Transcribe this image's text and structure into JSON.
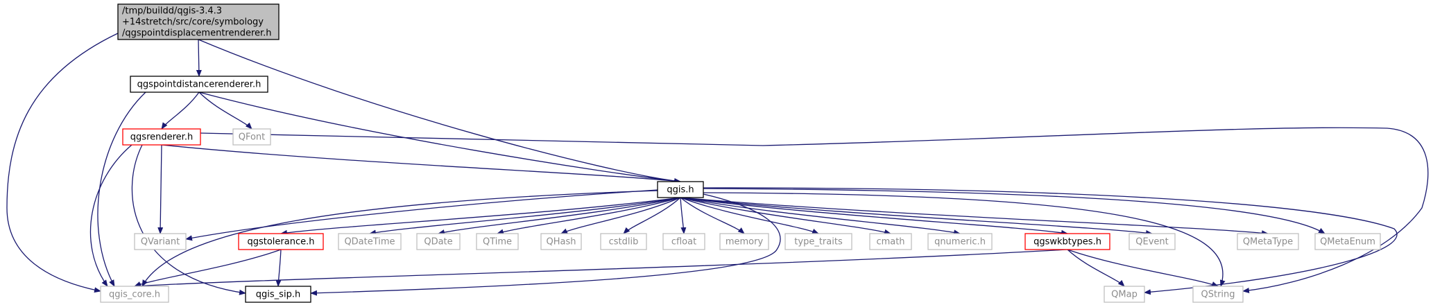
{
  "colors": {
    "edge": "#191970",
    "text": "#000000",
    "text_muted": "#8c8c8c",
    "border_normal": "#000000",
    "border_truncated": "#ff0000",
    "border_external": "#bfbfbf",
    "fill_root": "#bfbfbf",
    "fill_default": "#ffffff"
  },
  "nodes": [
    {
      "id": "root",
      "lines": [
        "/tmp/buildd/qgis-3.4.3",
        "+14stretch/src/core/symbology",
        "/qgspointdisplacementrenderer.h"
      ],
      "style": "root"
    },
    {
      "id": "qgspointdistancerenderer",
      "lines": [
        "qgspointdistancerenderer.h"
      ],
      "style": "normal"
    },
    {
      "id": "qgsrenderer",
      "lines": [
        "qgsrenderer.h"
      ],
      "style": "truncated"
    },
    {
      "id": "qfont",
      "lines": [
        "QFont"
      ],
      "style": "external"
    },
    {
      "id": "qgis",
      "lines": [
        "qgis.h"
      ],
      "style": "normal"
    },
    {
      "id": "qvariant",
      "lines": [
        "QVariant"
      ],
      "style": "external"
    },
    {
      "id": "qgstolerance",
      "lines": [
        "qgstolerance.h"
      ],
      "style": "truncated"
    },
    {
      "id": "qdatetime",
      "lines": [
        "QDateTime"
      ],
      "style": "external"
    },
    {
      "id": "qdate",
      "lines": [
        "QDate"
      ],
      "style": "external"
    },
    {
      "id": "qtime",
      "lines": [
        "QTime"
      ],
      "style": "external"
    },
    {
      "id": "qhash",
      "lines": [
        "QHash"
      ],
      "style": "external"
    },
    {
      "id": "cstdlib",
      "lines": [
        "cstdlib"
      ],
      "style": "external"
    },
    {
      "id": "cfloat",
      "lines": [
        "cfloat"
      ],
      "style": "external"
    },
    {
      "id": "memory",
      "lines": [
        "memory"
      ],
      "style": "external"
    },
    {
      "id": "type_traits",
      "lines": [
        "type_traits"
      ],
      "style": "external"
    },
    {
      "id": "cmath",
      "lines": [
        "cmath"
      ],
      "style": "external"
    },
    {
      "id": "qnumeric",
      "lines": [
        "qnumeric.h"
      ],
      "style": "external"
    },
    {
      "id": "qgswkbtypes",
      "lines": [
        "qgswkbtypes.h"
      ],
      "style": "truncated"
    },
    {
      "id": "qevent",
      "lines": [
        "QEvent"
      ],
      "style": "external"
    },
    {
      "id": "qmetatype",
      "lines": [
        "QMetaType"
      ],
      "style": "external"
    },
    {
      "id": "qmetaenum",
      "lines": [
        "QMetaEnum"
      ],
      "style": "external"
    },
    {
      "id": "qgis_core",
      "lines": [
        "qgis_core.h"
      ],
      "style": "external"
    },
    {
      "id": "qgis_sip",
      "lines": [
        "qgis_sip.h"
      ],
      "style": "normal"
    },
    {
      "id": "qmap",
      "lines": [
        "QMap"
      ],
      "style": "external"
    },
    {
      "id": "qstring",
      "lines": [
        "QString"
      ],
      "style": "external"
    }
  ],
  "edges": [
    {
      "from": "root",
      "to": "qgis_core"
    },
    {
      "from": "root",
      "to": "qgspointdistancerenderer"
    },
    {
      "from": "root",
      "to": "qgis"
    },
    {
      "from": "qgspointdistancerenderer",
      "to": "qgsrenderer"
    },
    {
      "from": "qgspointdistancerenderer",
      "to": "qfont"
    },
    {
      "from": "qgspointdistancerenderer",
      "to": "qgis"
    },
    {
      "from": "qgspointdistancerenderer",
      "to": "qgis_core"
    },
    {
      "from": "qgsrenderer",
      "to": "qgis"
    },
    {
      "from": "qgsrenderer",
      "to": "qvariant"
    },
    {
      "from": "qgsrenderer",
      "to": "qgis_core"
    },
    {
      "from": "qgsrenderer",
      "to": "qgis_sip"
    },
    {
      "from": "qgsrenderer",
      "to": "qstring"
    },
    {
      "from": "qgis",
      "to": "qvariant"
    },
    {
      "from": "qgis",
      "to": "qgstolerance"
    },
    {
      "from": "qgis",
      "to": "qdatetime"
    },
    {
      "from": "qgis",
      "to": "qdate"
    },
    {
      "from": "qgis",
      "to": "qtime"
    },
    {
      "from": "qgis",
      "to": "qhash"
    },
    {
      "from": "qgis",
      "to": "cstdlib"
    },
    {
      "from": "qgis",
      "to": "cfloat"
    },
    {
      "from": "qgis",
      "to": "memory"
    },
    {
      "from": "qgis",
      "to": "type_traits"
    },
    {
      "from": "qgis",
      "to": "cmath"
    },
    {
      "from": "qgis",
      "to": "qnumeric"
    },
    {
      "from": "qgis",
      "to": "qgswkbtypes"
    },
    {
      "from": "qgis",
      "to": "qevent"
    },
    {
      "from": "qgis",
      "to": "qmetatype"
    },
    {
      "from": "qgis",
      "to": "qmetaenum"
    },
    {
      "from": "qgis",
      "to": "qstring"
    },
    {
      "from": "qgis",
      "to": "qmap"
    },
    {
      "from": "qgis",
      "to": "qgis_core"
    },
    {
      "from": "qgis",
      "to": "qgis_sip"
    },
    {
      "from": "qgstolerance",
      "to": "qgis_core"
    },
    {
      "from": "qgstolerance",
      "to": "qgis_sip"
    },
    {
      "from": "qgswkbtypes",
      "to": "qgis_core"
    },
    {
      "from": "qgswkbtypes",
      "to": "qmap"
    },
    {
      "from": "qgswkbtypes",
      "to": "qstring"
    }
  ]
}
